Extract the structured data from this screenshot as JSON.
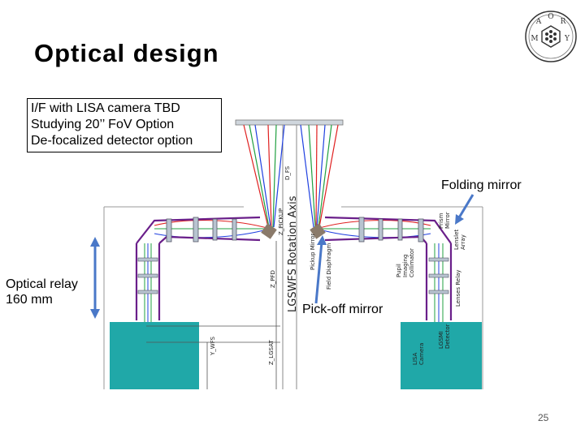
{
  "slide": {
    "title": "Optical design",
    "notes": [
      "I/F with LISA camera TBD",
      "Studying 20’’ FoV Option",
      "De-focalized detector option"
    ],
    "folding_mirror_label": "Folding mirror",
    "optical_relay_label": [
      "Optical relay",
      "160 mm"
    ],
    "pickoff_mirror_label": "Pick-off mirror",
    "page_number": "25"
  },
  "diagram": {
    "rotation_axis_label": "LGSWFS Rotation Axis",
    "labels": {
      "d_fs": "D_FS",
      "z_pickup": "Z_PICKUP",
      "z_pfd": "Z_PFD",
      "y_wfs": "Y_WFS",
      "z_lgsat": "Z_LGSAT",
      "pickup_mirror": "Pickup Mirror",
      "field_diaphragm": "Field Diaphragm",
      "pupil_imaging_collimator": [
        "Pupil",
        "Imaging",
        "Collimator"
      ],
      "prism_mirror": [
        "Prism",
        "Mirror"
      ],
      "lenslet_array": [
        "Lenslet",
        "Array"
      ],
      "lenses_relay": "Lenses Relay",
      "lisa_camera": [
        "LISA",
        "Camera"
      ],
      "lgsmi_detector": [
        "LGSMI",
        "Detector"
      ]
    },
    "colors": {
      "ray_red": "#e02020",
      "ray_green": "#20a040",
      "ray_blue": "#2040e0",
      "frame_purple": "#6a1f8a",
      "camera_teal": "#20a8a8",
      "arrow_blue": "#4a78c8"
    }
  },
  "logo": {
    "letters": [
      "M",
      "A",
      "O",
      "R",
      "Y"
    ],
    "icon": "maory-hexagon-logo"
  }
}
